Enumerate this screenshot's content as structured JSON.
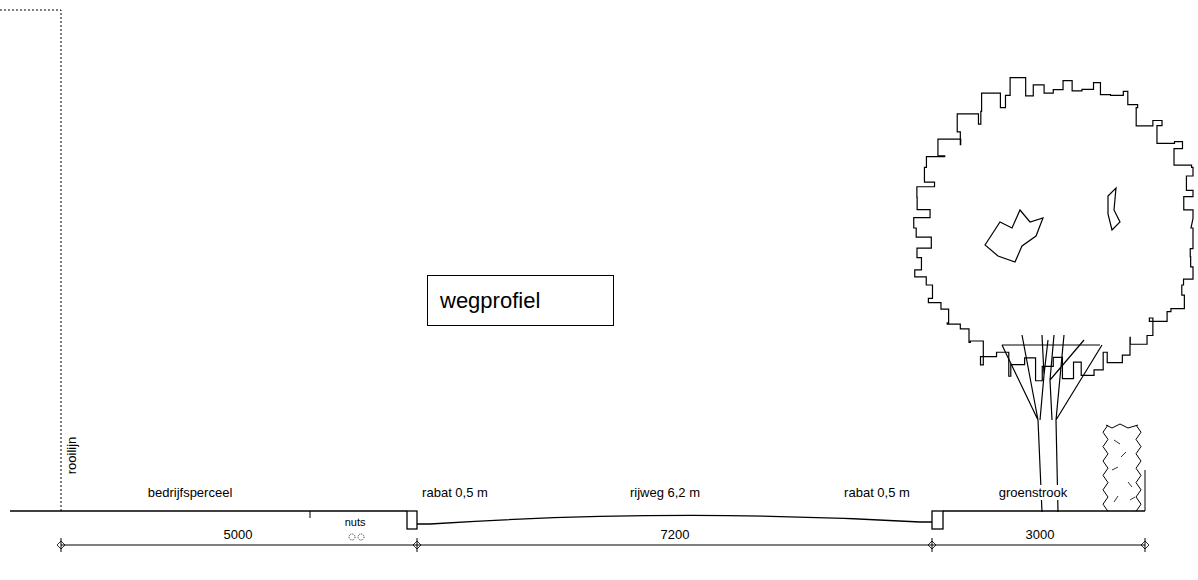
{
  "diagram": {
    "nodes": [
      {
        "text": [
          "wegprofiel"
        ]
      }
    ],
    "labels": [
      "rooilijn",
      "bedrijfsperceel",
      "rabat 0,5 m",
      "rijweg 6,2 m",
      "rabat 0,5 m",
      "groenstrook",
      "nuts",
      "5000",
      "7200",
      "3000"
    ]
  }
}
